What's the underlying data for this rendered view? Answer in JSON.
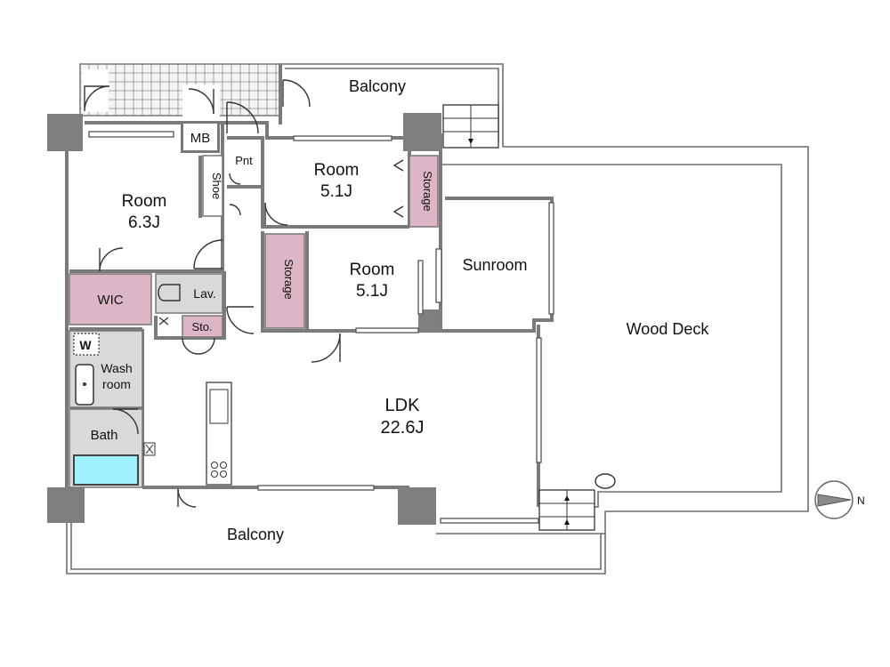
{
  "rooms": {
    "balcony_top": "Balcony",
    "mb": "MB",
    "shoe": "Shoe",
    "pnt": "Pnt",
    "room_a_name": "Room",
    "room_a_size": "6.3J",
    "room_b_name": "Room",
    "room_b_size": "5.1J",
    "storage_right": "Storage",
    "storage_left": "Storage",
    "room_c_name": "Room",
    "room_c_size": "5.1J",
    "sunroom": "Sunroom",
    "wood_deck": "Wood Deck",
    "wic": "WIC",
    "lav": "Lav.",
    "sto": "Sto.",
    "w": "W",
    "wash_line1": "Wash",
    "wash_line2": "room",
    "bath": "Bath",
    "ldk_name": "LDK",
    "ldk_size": "22.6J",
    "balcony_bottom": "Balcony"
  },
  "compass": {
    "label": "N"
  },
  "colors": {
    "storage": "#dcb6c6",
    "wall": "#7a7a7a",
    "column": "#7f7f7f",
    "wet_area": "#d9d9d9",
    "bathtub": "#9ff2ff"
  }
}
